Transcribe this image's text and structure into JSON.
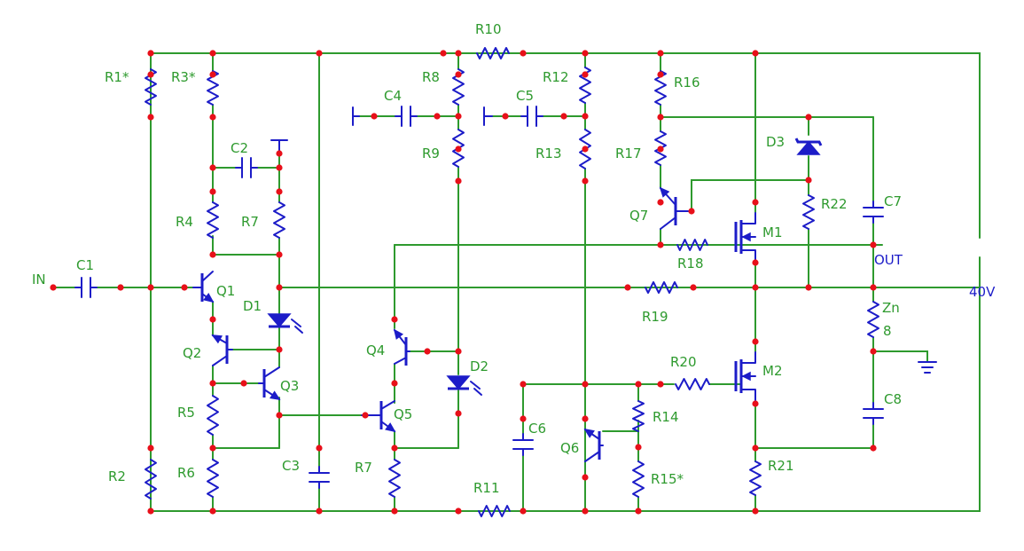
{
  "colors": {
    "wire": "#2e9a2e",
    "component": "#1c1cc8",
    "node": "#e8101a",
    "background": "#ffffff"
  },
  "labels": {
    "in": "IN",
    "out": "OUT",
    "supply": "40V",
    "r1": "R1*",
    "r2": "R2",
    "r3": "R3*",
    "r4": "R4",
    "r5": "R5",
    "r6": "R6",
    "r7a": "R7",
    "r7b": "R7",
    "r8": "R8",
    "r9": "R9",
    "r10": "R10",
    "r11": "R11",
    "r12": "R12",
    "r13": "R13",
    "r14": "R14",
    "r15": "R15*",
    "r16": "R16",
    "r17": "R17",
    "r18": "R18",
    "r19": "R19",
    "r20": "R20",
    "r21": "R21",
    "r22": "R22",
    "c1": "C1",
    "c2": "C2",
    "c3": "C3",
    "c4": "C4",
    "c5": "C5",
    "c6": "C6",
    "c7": "C7",
    "c8": "C8",
    "q1": "Q1",
    "q2": "Q2",
    "q3": "Q3",
    "q4": "Q4",
    "q5": "Q5",
    "q6": "Q6",
    "q7": "Q7",
    "m1": "M1",
    "m2": "M2",
    "d1": "D1",
    "d2": "D2",
    "d3": "D3",
    "zn": "Zn",
    "zn_value": "8"
  }
}
